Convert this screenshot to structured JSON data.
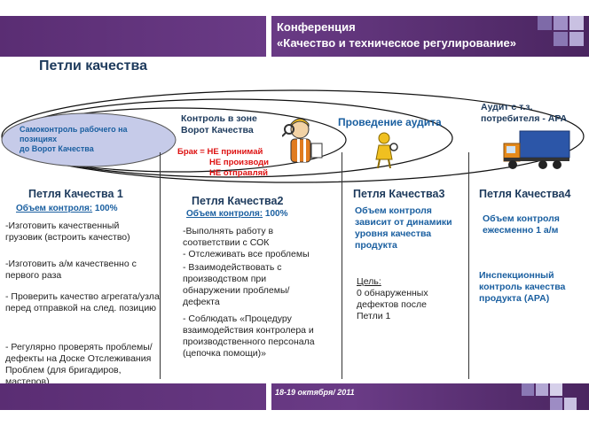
{
  "header": {
    "line1": "Конференция",
    "line2": "«Качество  и техническое регулирование»",
    "accent": "#5a2d73"
  },
  "footer": {
    "date": "18-19 октября/ 2011"
  },
  "page_title": "Петли качества",
  "ellipse_text": {
    "l1": "Самоконтроль рабочего на",
    "l2": "позициях",
    "l3": "до Ворот Качества"
  },
  "gate": {
    "title_l1": "Контроль в зоне",
    "title_l2": "Ворот Качества",
    "reject_l1": "Брак = НЕ принимай",
    "reject_l2": "НЕ производи",
    "reject_l3": "НЕ отправляй"
  },
  "audit_title": "Проведение аудита",
  "consumer_audit": {
    "l1": "Аудит с т.з.",
    "l2": "потребителя  - APA"
  },
  "loops": [
    {
      "title": "Петля Качества 1",
      "scope_label": "Объем контроля:",
      "scope_value": " 100%",
      "items": [
        "-Изготовить качественный грузовик (встроить качество)",
        "-Изготовить а/м качественно с первого раза",
        "- Проверить  качество агрегата/узла перед отправкой на след. позицию",
        "- Регулярно проверять проблемы/дефекты на Доске Отслеживания Проблем (для бригадиров, мастеров)"
      ]
    },
    {
      "title": "Петля Качества2",
      "scope_label": "Объем контроля:",
      "scope_value": " 100%",
      "items": [
        "-Выполнять работу в соответствии с СОК",
        "- Отслеживать все проблемы",
        "- Взаимодействовать с производством при обнаружении проблемы/дефекта",
        "- Соблюдать «Процедуру взаимодействия контролера и производственного персонала (цепочка помощи)»"
      ]
    },
    {
      "title": "Петля Качества3",
      "scope_text": "Объем контроля зависит от динамики уровня качества продукта",
      "goal_label": "Цель:",
      "goal_text": "0 обнаруженных дефектов после Петли 1"
    },
    {
      "title": "Петля Качества4",
      "scope_text": "Объем контроля ежесменно 1 а/м",
      "inspection_text": "Инспекционный контроль качества продукта (APA)"
    }
  ]
}
